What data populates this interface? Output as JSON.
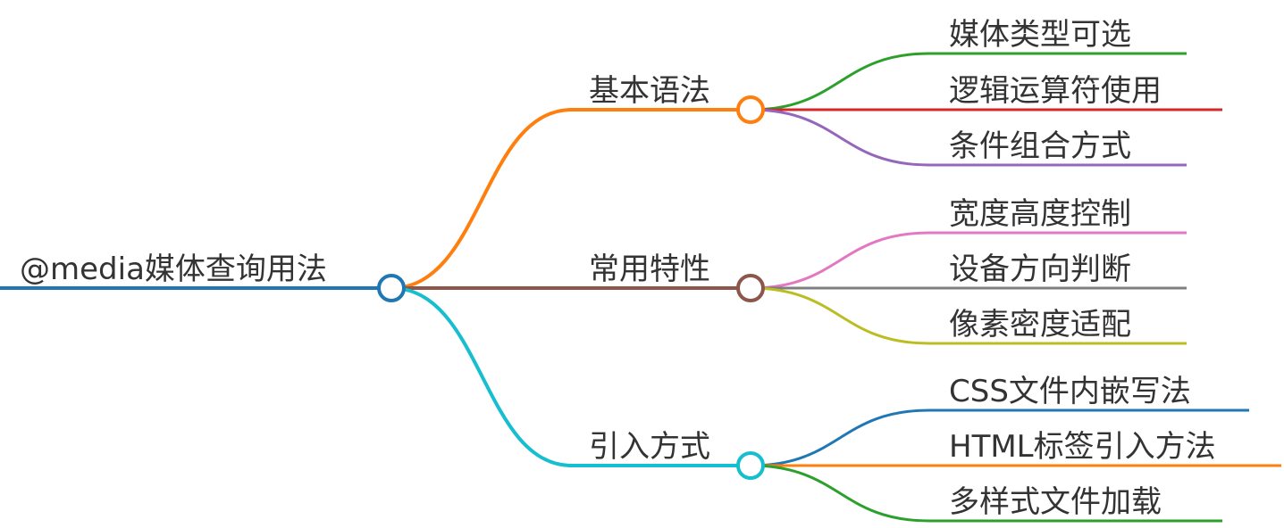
{
  "mindmap": {
    "root": {
      "label": "@media媒体查询用法",
      "color": "#1f77b4"
    },
    "branches": [
      {
        "label": "基本语法",
        "color": "#ff7f0e",
        "children": [
          {
            "label": "媒体类型可选",
            "color": "#2ca02c"
          },
          {
            "label": "逻辑运算符使用",
            "color": "#d62728"
          },
          {
            "label": "条件组合方式",
            "color": "#9467bd"
          }
        ]
      },
      {
        "label": "常用特性",
        "color": "#8c564b",
        "children": [
          {
            "label": "宽度高度控制",
            "color": "#e377c2"
          },
          {
            "label": "设备方向判断",
            "color": "#7f7f7f"
          },
          {
            "label": "像素密度适配",
            "color": "#bcbd22"
          }
        ]
      },
      {
        "label": "引入方式",
        "color": "#17becf",
        "children": [
          {
            "label": "CSS文件内嵌写法",
            "color": "#1f77b4"
          },
          {
            "label": "HTML标签引入方法",
            "color": "#ff7f0e"
          },
          {
            "label": "多样式文件加载",
            "color": "#2ca02c"
          }
        ]
      }
    ]
  }
}
